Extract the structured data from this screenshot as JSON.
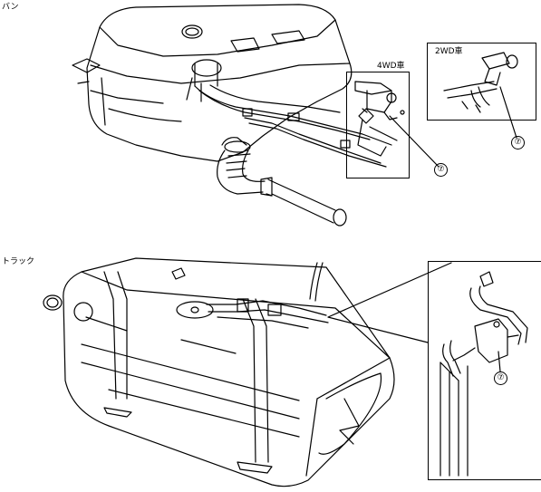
{
  "labels": {
    "van": "バン",
    "truck": "トラック",
    "box_4wd": "4WD車",
    "box_2wd": "2WD車",
    "part_number": "⑦"
  }
}
